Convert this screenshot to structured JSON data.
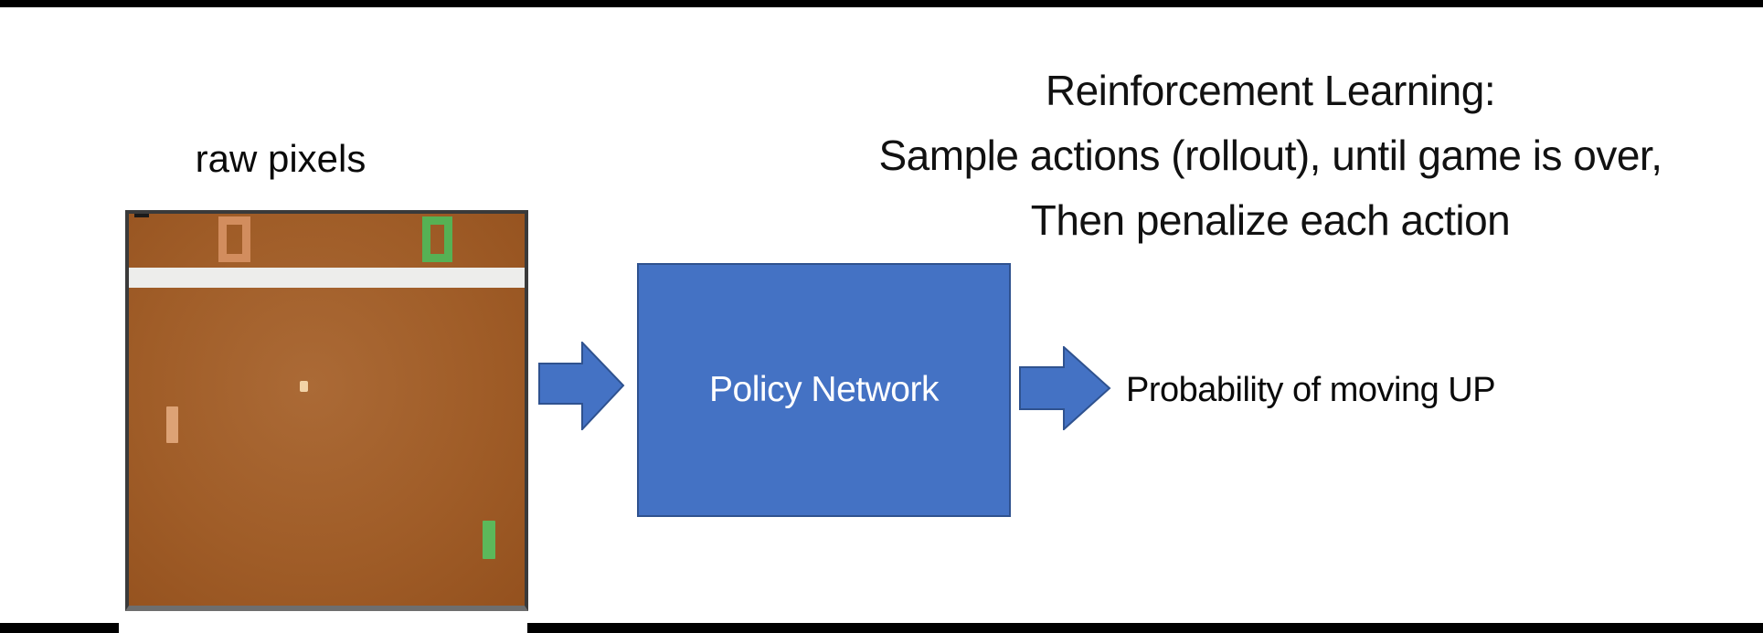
{
  "slide": {
    "title_lines": [
      "Reinforcement Learning:",
      "Sample actions (rollout), until game is over,",
      "Then penalize each action"
    ]
  },
  "pong": {
    "label": "raw pixels",
    "left_score": "0",
    "right_score": "0",
    "elements": [
      "left-score-digit",
      "right-score-digit",
      "center-band",
      "ball",
      "left-paddle",
      "right-paddle"
    ]
  },
  "flow": {
    "network_label": "Policy Network",
    "output_label": "Probability of moving UP"
  },
  "colors": {
    "accent_blue": "#4472c4",
    "accent_blue_border": "#2f528f",
    "letterbox_black": "#000000",
    "pong_background": "#a05d28",
    "pong_orange_score": "#d28d5e",
    "pong_orange_paddle": "#dda275",
    "pong_green": "#56b154",
    "pong_ball": "#f2d3a7",
    "pong_band": "#ededeb"
  }
}
